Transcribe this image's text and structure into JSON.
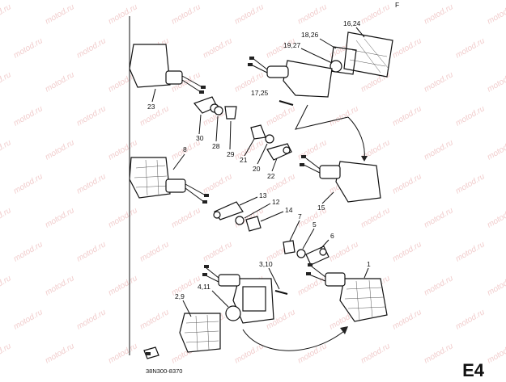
{
  "labels": {
    "l1": "1",
    "l2_9": "2,9",
    "l3_10": "3,10",
    "l4_11": "4,11",
    "l5": "5",
    "l6": "6",
    "l7": "7",
    "l8": "8",
    "l12": "12",
    "l13": "13",
    "l14": "14",
    "l15": "15",
    "l16_24": "16,24",
    "l17_25": "17,25",
    "l18_26": "18,26",
    "l19_27": "19,27",
    "l20": "20",
    "l21": "21",
    "l22": "22",
    "l23": "23",
    "l28": "28",
    "l29": "29",
    "l30": "30"
  },
  "ref_code": "38N300-8370",
  "corner_code": "E4",
  "corner_mark": "F",
  "watermark": "motod.ru",
  "colors": {
    "ink": "#111111",
    "watermark": "#e6a3a3",
    "background": "#ffffff"
  }
}
